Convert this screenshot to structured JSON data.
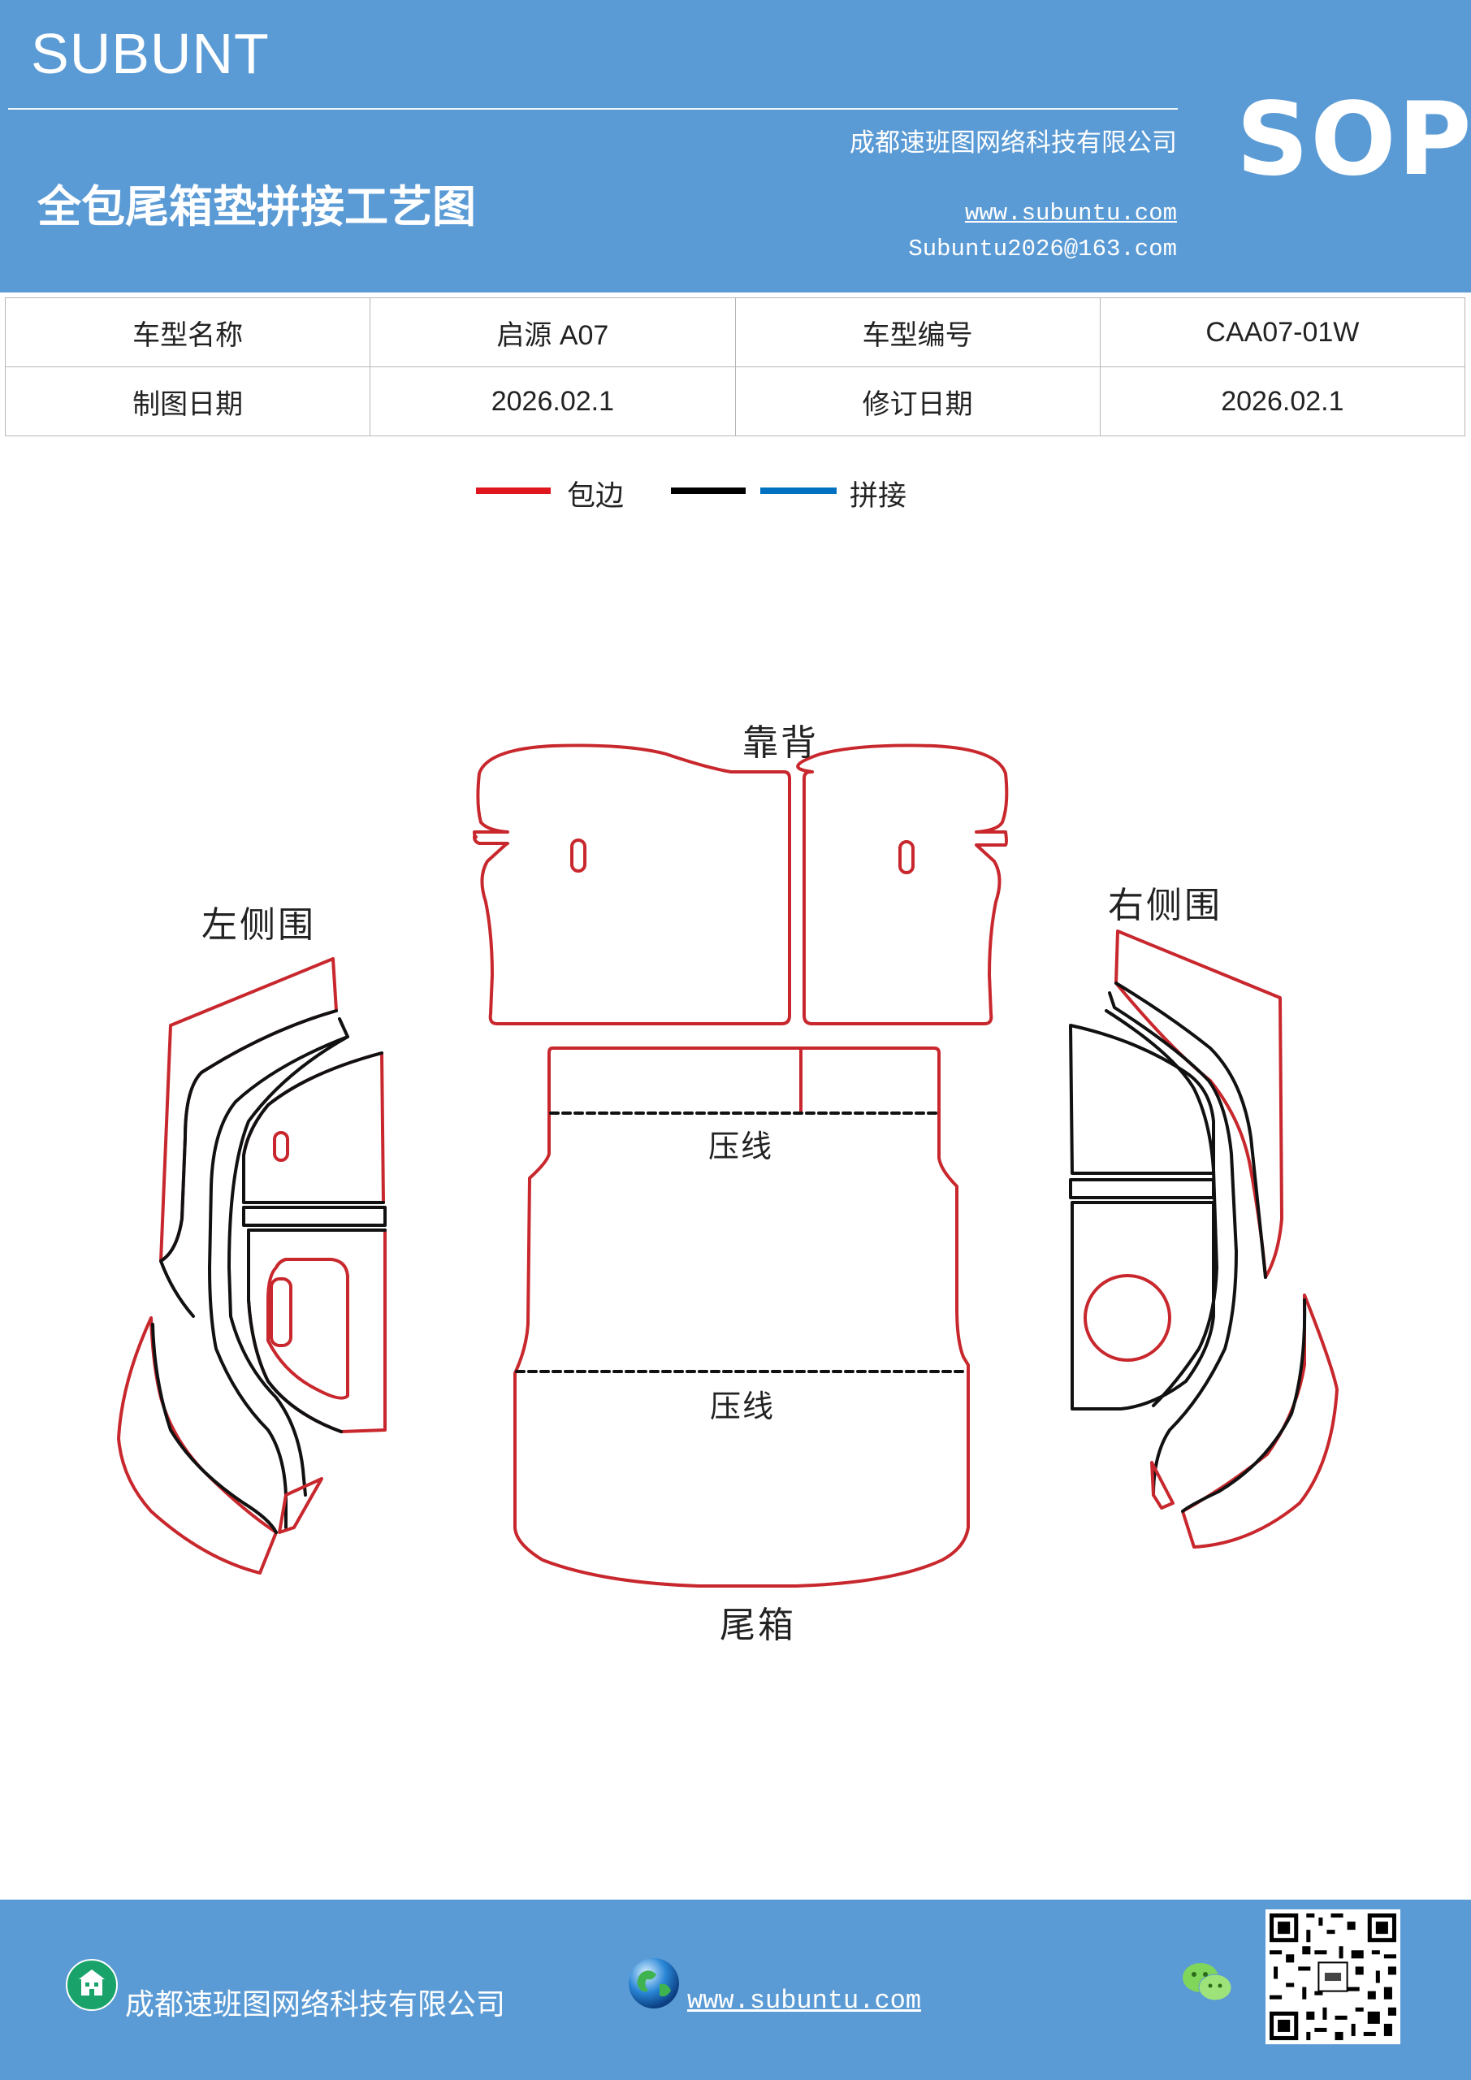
{
  "header": {
    "brand": "SUBUNT",
    "company": "成都速班图网络科技有限公司",
    "title": "全包尾箱垫拼接工艺图",
    "website": "www.subuntu.com",
    "email": "Subuntu2026@163.com",
    "badge": "SOP"
  },
  "info_table": {
    "rows": [
      [
        "车型名称",
        "启源 A07",
        "车型编号",
        "CAA07-01W"
      ],
      [
        "制图日期",
        "2026.02.1",
        "修订日期",
        "2026.02.1"
      ]
    ]
  },
  "legend": {
    "items": [
      {
        "label": "包边",
        "color": "#e0161e"
      },
      {
        "label": "拼接",
        "colors": [
          "#000000",
          "#0070c0"
        ]
      }
    ]
  },
  "diagram": {
    "labels": {
      "backrest": "靠背",
      "left_side": "左侧围",
      "right_side": "右侧围",
      "trunk": "尾箱",
      "press_line_1": "压线",
      "press_line_2": "压线"
    },
    "colors": {
      "edge": "#c8282d",
      "seam": "#111111"
    }
  },
  "footer": {
    "company": "成都速班图网络科技有限公司",
    "website": "www.subuntu.com"
  },
  "icons": [
    "building-icon",
    "globe-icon",
    "wechat-icon",
    "qr-code"
  ]
}
